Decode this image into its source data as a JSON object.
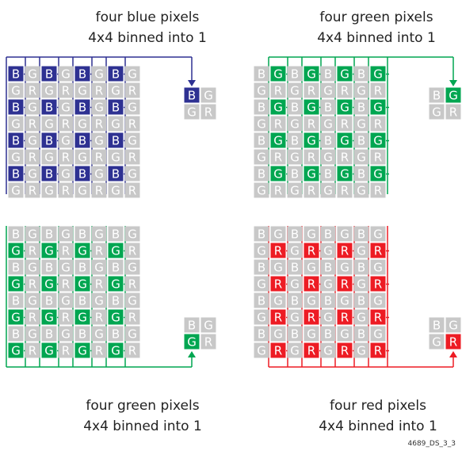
{
  "captions": {
    "blue_line1": "four blue pixels",
    "blue_line2": "4x4 binned into 1",
    "green_top_line1": "four green pixels",
    "green_top_line2": "4x4 binned into 1",
    "green_bottom_line1": "four green pixels",
    "green_bottom_line2": "4x4 binned into 1",
    "red_line1": "four red pixels",
    "red_line2": "4x4 binned into 1"
  },
  "reference_code": "4689_DS_3_3",
  "letters": {
    "blue": "B",
    "green": "G",
    "red": "R"
  },
  "bayer_pattern": [
    [
      "B",
      "G"
    ],
    [
      "G",
      "R"
    ]
  ],
  "colors": {
    "blue": "#2e3192",
    "green": "#00a651",
    "red": "#ed1c24",
    "gray_cell": "#c8c8c8",
    "gray_text": "#ffffff",
    "caption_text": "#222222"
  },
  "panels": [
    {
      "name": "blue-binning-panel",
      "highlight": "B",
      "result_highlight": "B"
    },
    {
      "name": "green-top-binning-panel",
      "highlight": "G-top",
      "result_highlight": "G-top"
    },
    {
      "name": "green-bottom-binning-panel",
      "highlight": "G-bottom",
      "result_highlight": "G-bottom"
    },
    {
      "name": "red-binning-panel",
      "highlight": "R",
      "result_highlight": "R"
    }
  ]
}
